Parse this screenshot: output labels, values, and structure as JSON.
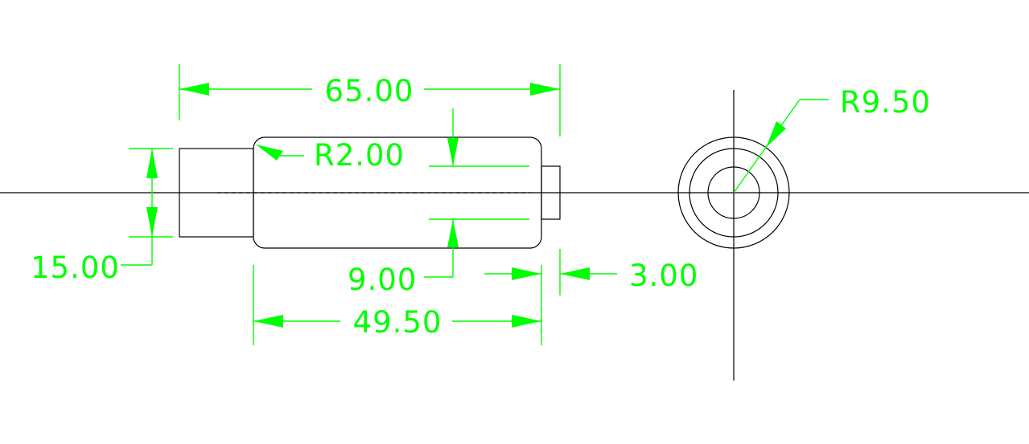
{
  "colors": {
    "background": "#ffffff",
    "geometry": "#000000",
    "dimension": "#00ff00"
  },
  "dimensions": {
    "overall_length": "65.00",
    "fillet_radius": "R2.00",
    "bore_diameter": "9.00",
    "step_diameter": "15.00",
    "body_length": "49.50",
    "pin_length": "3.00",
    "outer_radius": "R9.50"
  }
}
